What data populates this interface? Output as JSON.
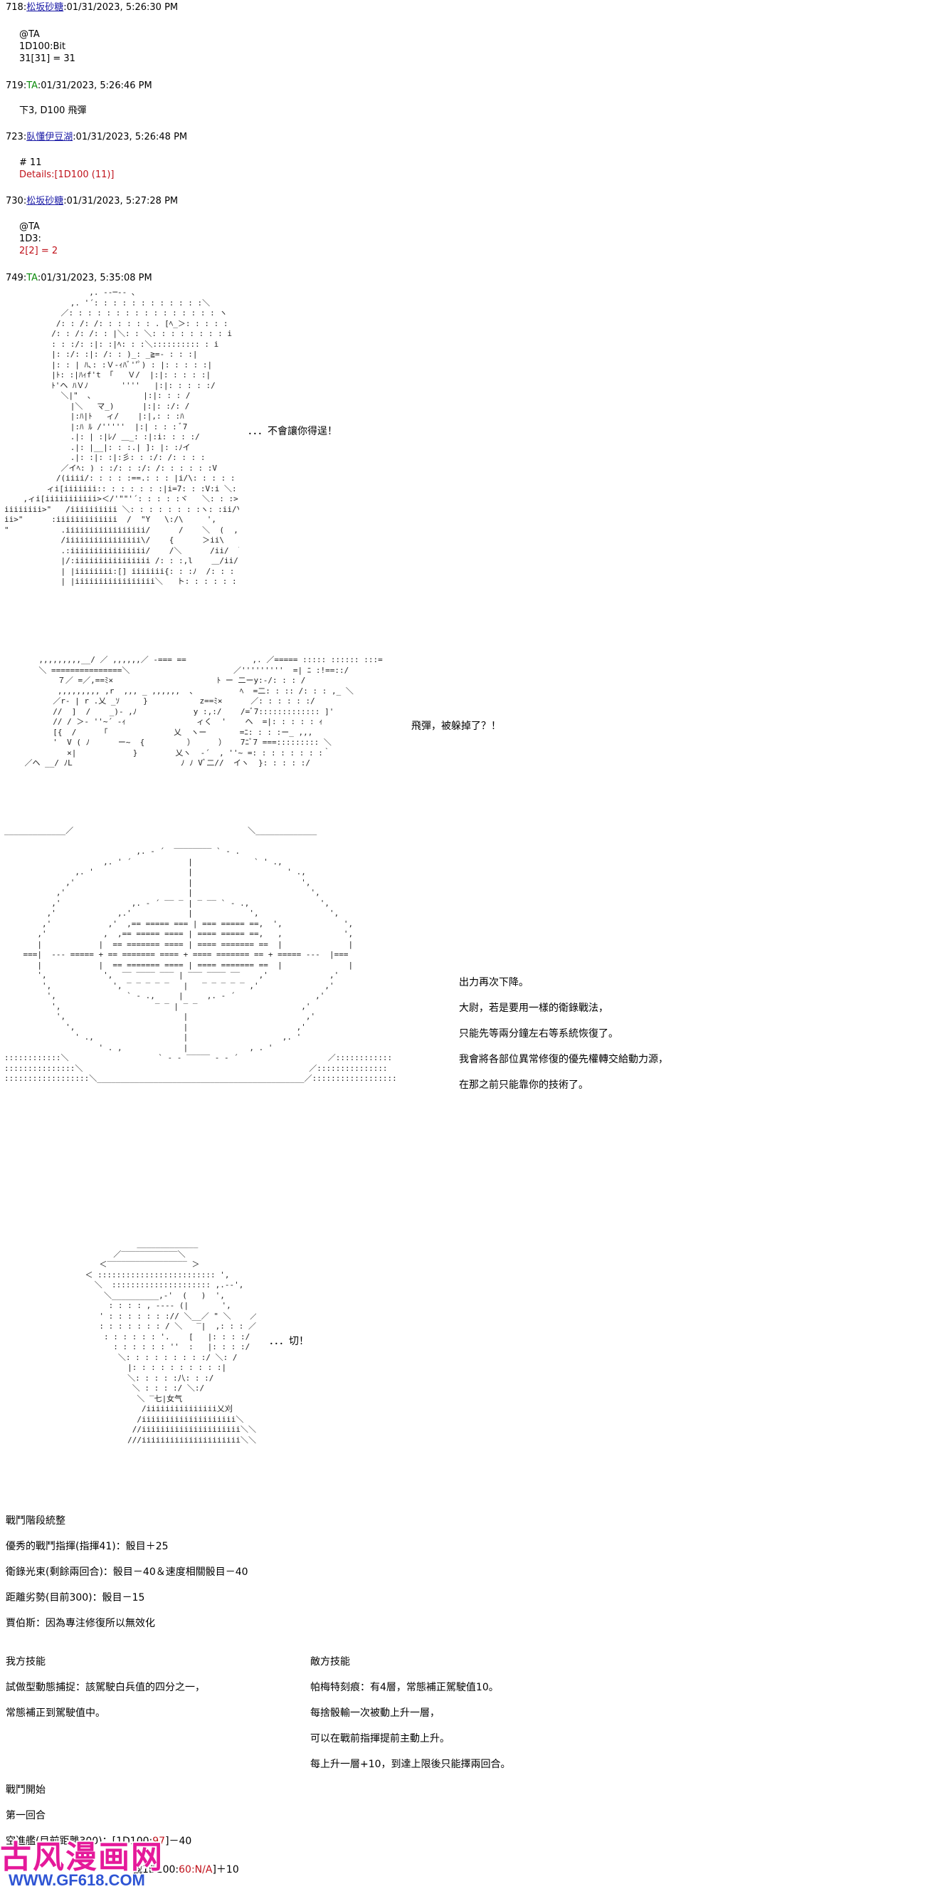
{
  "posts": [
    {
      "num": "718",
      "name": "松坂砂糖",
      "date": "01/31/2023, 5:26:30 PM",
      "body": [
        "@TA",
        "1D100:Bit",
        "31[31] = 31"
      ]
    },
    {
      "num": "719",
      "name": "TA",
      "date": "01/31/2023, 5:26:46 PM",
      "body": [
        "下3, D100 飛彈"
      ]
    },
    {
      "num": "723",
      "name": "臥懂伊豆湖",
      "date": "01/31/2023, 5:26:48 PM",
      "body": [
        "# 11",
        "Details:[1D100 (11)]"
      ]
    },
    {
      "num": "730",
      "name": "松坂砂糖",
      "date": "01/31/2023, 5:27:28 PM",
      "body": [
        "@TA",
        "1D3:",
        "2[2] = 2"
      ]
    },
    {
      "num": "749",
      "name": "TA",
      "date": "01/31/2023, 5:35:08 PM",
      "body": []
    }
  ],
  "scene1": {
    "speech": "．．．不會讓你得逞！",
    "aa": [
      "                  ,. -‐─‐- 、",
      "              ,. '´: : : : : : : : : : : :＼",
      "            ／: : : : : : : : : : : : : : : : ヽ",
      "           /: : /: /: : : : : : . [ﾍ_＞: : : : :",
      "          /: : /: /: : |＼: : ＼: : : : : : : : i",
      "          : : :/: :|: :|ﾍ: : :＼:::::::::: : i",
      "          |: :/: :|: /: : )_: _≧=- : : :|",
      "          |: : | ﾊ､: :Ｖ-ｨﾊﾞ''ﾟ) : |: : : : :|",
      "          |ﾄ: :|ﾊｨf't 「   Ｖ/  |:|: : : : :|",
      "          ﾄ'ヘ ﾊＶﾉ       ''''   |:|: : : : :/",
      "            ＼|\"  ､           |:|: : : /",
      "              |＼   マ_)      |:|: :/: /",
      "              |:ﾊ|ﾄ   ィ/    |:|,: : :ﾊ",
      "              |:ﾊ ﾙ /'''''  |:| : : : ﾞ7",
      "              .|: | :|ﾚ/ ＿_: :|:i: : : :/",
      "              .|: |__|: : :.| ]: |: :ﾉイ",
      "              .|: :|: :|:彡: : :/: /: : : :",
      "            ／イﾍ: ) : :/: : :/: /: : : : : :V",
      "           /(iiii/: : : : :==.: : : |i/\\: : : : : : : : |",
      "         ィi[iiiiiii:: : : : : : :|i=7: : :V:i ＼: : : : : : :|",
      "    ,ィi[iiiiiiiiiii>＜/'\"\"'´: : : : :ヾ   ＼: : :>‐一 (",
      "iiiiiiii>\"   /iiiiiiiiii ＼: : : : : : : :ヽ: :ii/\\",
      "ii>\"      :iiiiiiiiiiiii  /  \"Y   \\:/\\     ',",
      "\"           .iiiiiiiiiiiiiiiii/      /    ＼  (  ,:iL",
      "            /iiiiiiiiiiiiiiii\\/    {      ＞ii\\   )",
      "            .:iiiiiiiiiiiiiiii/    /＼      /ii/  ＼",
      "            |/:iiiiiiiiiiiiiiii /: : :,l    ＿/ii/  /",
      "            | |iiiiiiii:[] iiiiiii{: : :ﾉ  /: : : : ＼",
      "            | |iiiiiiiiiiiiiiiii＼   ト: : : : : : :ﾍ"
    ]
  },
  "scene2": {
    "speech": "飛彈，被躲掉了？！",
    "aa": [
      "       ,,,,,,,,,__/ ／ ,,,,,,／ ‐=== ==              ,. ／===== ::::: :::::: :::=",
      "       ＼ ===============＼                      ／'''''''''  =| ﾆ :!==::/",
      "           ７／ =／,==ﾐ×                      ﾄ ー 二ーy:-/: : : /",
      "           ,,,,,,,,, ,r  ,,, _ ,,,,,,  、         ﾍ  =二: : :: /: : : ,_ ＼",
      "          ／r‐ | r .乂 _ｿ     }           z==ﾐ×      ／: : : : : :/",
      "          //  ]  /    _)- ,ﾉ            y :,:/    /=ﾞ7::::::::::::: ]'",
      "          // / ＞- ''~´ -ｨ               ィく  '    ヘ  =|: : : : : ｨ",
      "          [{  /     「              乂  ヽー       =ﾆ: : : :ー_ ,,,",
      "          '  V ( ﾉ      ー~  {         ）     ）   7ﾆﾞ7 ===::::::::: ＼",
      "             ×|            }        乂ヽ  ‐´  , ''~ =: : : : : : : :｀",
      "    ／ヘ __/ ﾉL                       ﾉ ﾉ Vﾞ二//  イヽ  }: : : : :/"
    ]
  },
  "scene3": {
    "speech": [
      "出力再次下降。",
      "大尉，若是要用一樣的衛錄戰法，",
      "只能先等兩分鐘左右等系統恢復了。",
      "我會將各部位異常修復的優先權轉交給動力源，",
      "在那之前只能靠你的技術了。"
    ],
    "aa": [
      "_____________／                                     ＼_____________",
      "",
      "                            ,. - ´  ‾‾‾‾‾‾‾‾ ` - .",
      "                     ,. ' ´            |             ` ' .,",
      "               ,. '                    |                    ' .,",
      "             ,'                        |                       ',",
      "           ,'                          |                         ',",
      "          ,'               ,. - ´ ‾‾ ‾ | ‾ ‾‾ ` - .,               ',",
      "         ,'             ,.'            |            ',               ',",
      "        ,'            ,'  ,== ===== === | === ===== ==,  ',             ',",
      "       ,'            ,  ,== ===== ==== | ==== ===== ==,   ,             ',",
      "       |            |  == ======= ==== | ==== ======= ==  |              |",
      "    ===|  --- ===== + == ======= ==== + ==== ======= == + ===== ---  |===",
      "       |            |  == ======= ==== | ==== ======= ==  |              |",
      "       ',            ',  ‾‾ ‾‾‾‾ ‾‾‾ | ‾‾‾ ‾‾‾‾ ‾‾    ,'             ,'",
      "        ',             ', ‾ ‾ ‾ ‾ ‾   |   ‾ ‾ ‾ ‾ ‾ ,'              ,'",
      "         ',               ` - .,     |     ,. - ´                 ,'",
      "          ',                    ‾ ‾ | ‾ ‾                      ,'",
      "           ',                         |                         ,'",
      "             ',                       |                       ,'",
      "               ' .,                   |                    ,. '",
      "                    ' . ,             |             , . '",
      "::::::::::::＼                   ` ‐ - ‾‾‾‾‾ - ‐ ´                   ／::::::::::::",
      ":::::::::::::::＼                                                ／:::::::::::::::",
      "::::::::::::::::::＼____________________________________________／::::::::::::::::::"
    ]
  },
  "scene4": {
    "speech": "．．．切！",
    "aa": [
      "                       _____________",
      "                  ／‾‾‾‾‾‾‾‾‾‾‾‾＼",
      "               ＜‾‾‾‾‾‾‾‾‾‾‾‾‾‾‾‾‾ ＞",
      "            ＜ ::::::::::::::::::::::::: ',",
      "              ＼  ::::::::::::::::::::: ,.-‐',",
      "                ＼__________,‐'  (   )  ',",
      "                 : : : : , ‐‐‐‐ (|       ',",
      "               ' : : : : : : :// ＼__／ \" ＼    ／",
      "               : : : : : : : / ＼   ‾|  ,: : : ／",
      "                : : : : : : '.    [   |: : : :/",
      "                  : : : : : : ''  :   |: : : :/",
      "                   ＼: : : : : : : : :/ ＼: /",
      "                     |: : : : : : : : : :|",
      "                     ＼: : : : :八: : :/",
      "                      ＼ : : : :/ ＼:/",
      "                       ＼ ‾七|女气",
      "                        /iiiiiiiiiiiiiii乂刈",
      "                       /iiiiiiiiiiiiiiiiiiii＼",
      "                      //iiiiiiiiiiiiiiiiiiiii＼＼",
      "                     ///iiiiiiiiiiiiiiiiiiiii＼＼"
    ]
  },
  "summary": {
    "lines": [
      "戰鬥階段統整",
      "優秀的戰鬥指揮(指揮41)：骰目＋25",
      "衛錄光束(剩餘兩回合)：骰目－40＆速度相關骰目－40",
      "距離劣勢(目前300)：骰目－15",
      "賈伯斯：因為專注修復所以無效化"
    ]
  },
  "skills": {
    "ally_title": "我方技能",
    "ally_lines": [
      "試做型動態捕捉：該駕駛白兵值的四分之一，",
      "常態補正到駕駛值中。"
    ],
    "enemy_title": "敵方技能",
    "enemy_lines": [
      "帕梅特刻痕：有4層，常態補正駕駛值10。",
      "每捨骰輸一次被動上升一層，",
      "可以在戰前指揮提前主動上升。",
      "每上升一層+10，到達上限後只能擇兩回合。"
    ]
  },
  "battle": {
    "title": "戰鬥開始",
    "round": "第一回合",
    "line1_pre": "空進艦(目前距離300)：[1D100:",
    "line1_val": "97",
    "line1_post": "]－40",
    "line2_pre": "號1D100:",
    "line2_val": "60:N/A",
    "line2_post": "]＋10"
  },
  "watermark": {
    "brand": "古风漫画网",
    "url": "WWW.GF618.COM"
  },
  "colors": {
    "link": "#1a1aa6",
    "green_name": "#0a8a0a",
    "dice_red": "#c0121b",
    "watermark_pink": "#e5199a",
    "watermark_blue": "#2f55d4"
  }
}
